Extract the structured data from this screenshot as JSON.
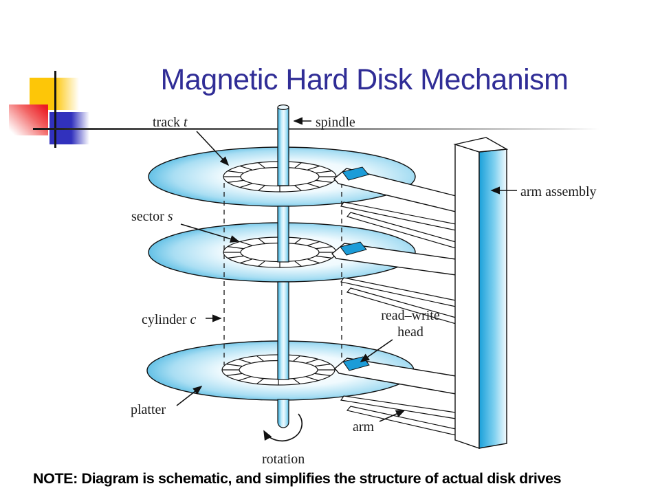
{
  "slide": {
    "title": "Magnetic Hard Disk Mechanism",
    "note": "NOTE: Diagram is schematic, and simplifies the structure of actual disk drives"
  },
  "diagram": {
    "labels": {
      "track": {
        "word": "track",
        "var": "t"
      },
      "spindle": "spindle",
      "sector": {
        "word": "sector",
        "var": "s"
      },
      "arm_assembly": "arm assembly",
      "cylinder": {
        "word": "cylinder",
        "var": "c"
      },
      "read_write_line1": "read–write",
      "read_write_line2": "head",
      "platter": "platter",
      "arm": "arm",
      "rotation": "rotation"
    },
    "colors": {
      "platter_edge": "#29a8db",
      "head": "#1c9cd8",
      "spindle_dark": "#37aedf",
      "assembly_face": "#1aa0da",
      "label_ink": "#1b1b1b"
    }
  },
  "decor": {
    "accent_yellow": "#fdc608",
    "accent_red": "#ec1c24",
    "accent_blue": "#3131bd",
    "title_color": "#302d96",
    "rule_color": "#3d3d3d"
  }
}
